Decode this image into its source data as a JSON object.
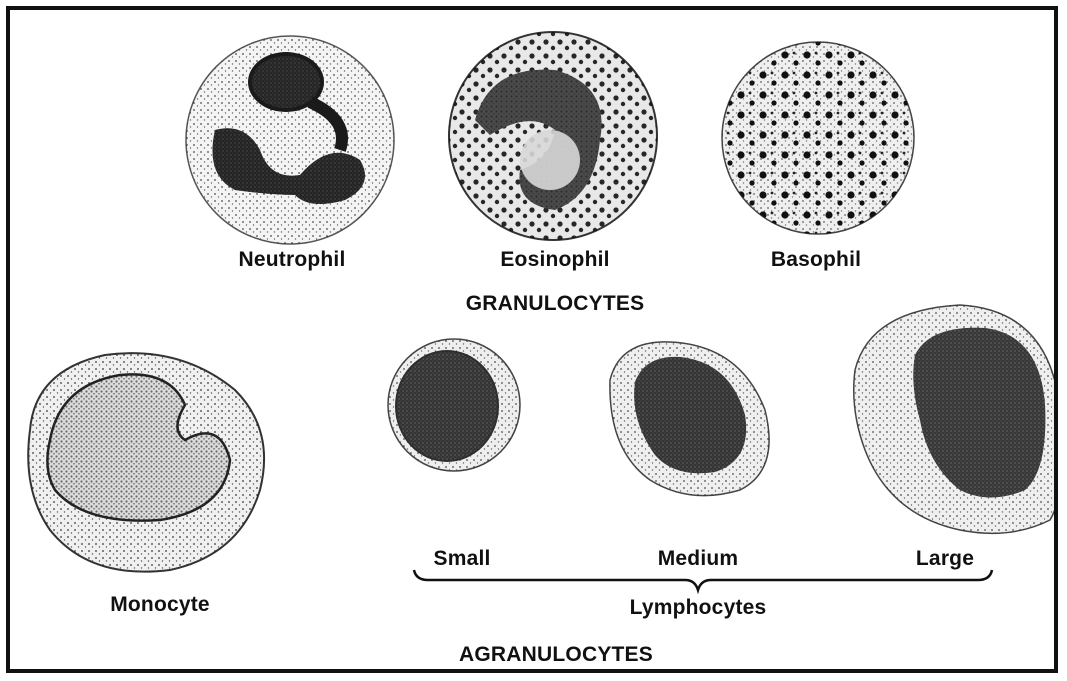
{
  "labels": {
    "neutrophil": "Neutrophil",
    "eosinophil": "Eosinophil",
    "basophil": "Basophil",
    "granulocytes": "GRANULOCYTES",
    "monocyte": "Monocyte",
    "small": "Small",
    "medium": "Medium",
    "large": "Large",
    "lymphocytes": "Lymphocytes",
    "agranulocytes": "AGRANULOCYTES"
  },
  "colors": {
    "ink": "#111111",
    "stipple": "#2a2a2a",
    "background": "#ffffff"
  }
}
